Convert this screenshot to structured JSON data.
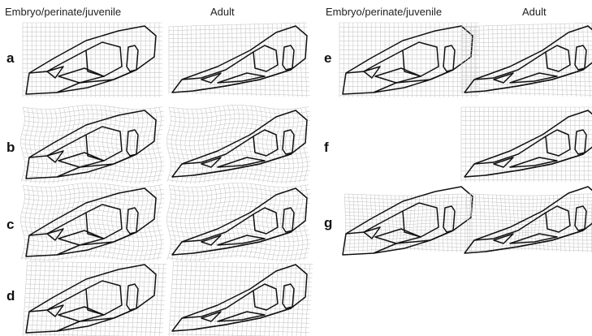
{
  "headers": {
    "left_embryo": "Embryo/perinate/juvenile",
    "left_adult": "Adult",
    "right_embryo": "Embryo/perinate/juvenile",
    "right_adult": "Adult"
  },
  "rows": {
    "a": "a",
    "b": "b",
    "c": "c",
    "d": "d",
    "e": "e",
    "f": "f",
    "g": "g"
  },
  "colors": {
    "grid": "#c9c9c9",
    "skull": "#111111",
    "background": "#ffffff"
  }
}
